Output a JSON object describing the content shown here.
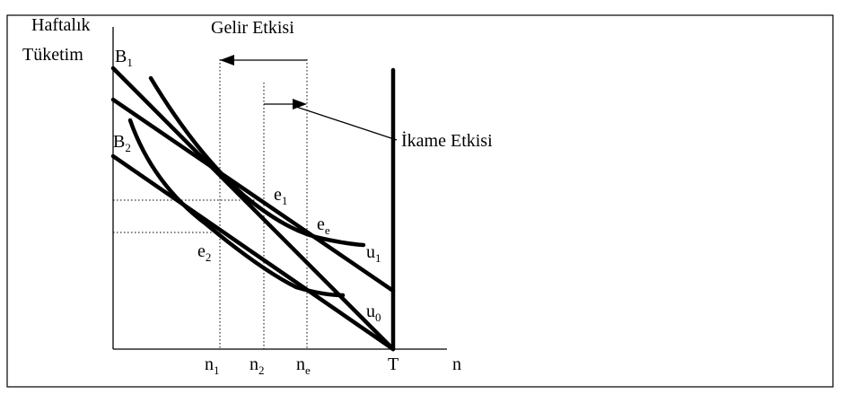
{
  "axis": {
    "y_label_line1": "Haftalık",
    "y_label_line2": "Tüketim",
    "x_label": "n",
    "endowment_label": "T"
  },
  "budget_lines": {
    "b1": {
      "base": "B",
      "sub": "1"
    },
    "b2": {
      "base": "B",
      "sub": "2"
    }
  },
  "effects": {
    "income": "Gelir Etkisi",
    "substitution": "İkame Etkisi"
  },
  "points": {
    "e1": {
      "base": "e",
      "sub": "1"
    },
    "ee": {
      "base": "e",
      "sub": "e"
    },
    "e2": {
      "base": "e",
      "sub": "2"
    }
  },
  "curves": {
    "u1": {
      "base": "u",
      "sub": "1"
    },
    "u0": {
      "base": "u",
      "sub": "0"
    }
  },
  "x_ticks": [
    {
      "base": "n",
      "sub": "1"
    },
    {
      "base": "n",
      "sub": "2"
    },
    {
      "base": "n",
      "sub": "e"
    }
  ]
}
